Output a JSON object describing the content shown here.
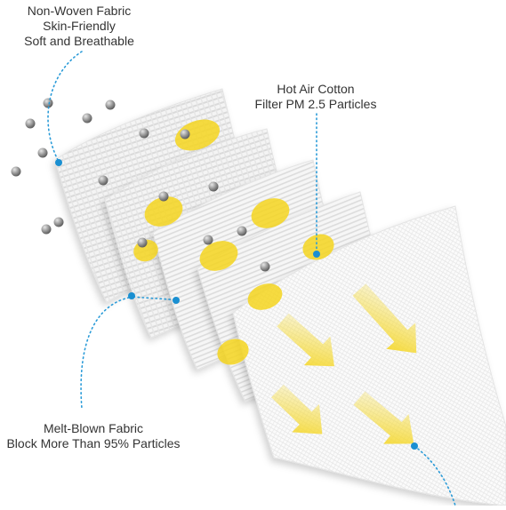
{
  "labels": {
    "non_woven": {
      "line1": "Non-Woven Fabric",
      "line2": "Skin-Friendly",
      "line3": "Soft and Breathable"
    },
    "hot_air": {
      "line1": "Hot Air Cotton",
      "line2": "Filter PM 2.5 Particles"
    },
    "melt_blown": {
      "line1": "Melt-Blown Fabric",
      "line2": "Block More Than 95% Particles"
    }
  },
  "colors": {
    "background": "#ffffff",
    "layer_fill": "#f2f2f2",
    "layer_stripe": "#d9d9d9",
    "arrow": "#f5d51e",
    "particle": "#8c8c8c",
    "callout_dot": "#1a8fd1",
    "callout_line": "#2a9bd8",
    "text": "#333333"
  },
  "icons": {
    "particle": "particle-sphere-icon",
    "arrow": "arrow-down-right-icon",
    "callout": "callout-dot-icon"
  }
}
